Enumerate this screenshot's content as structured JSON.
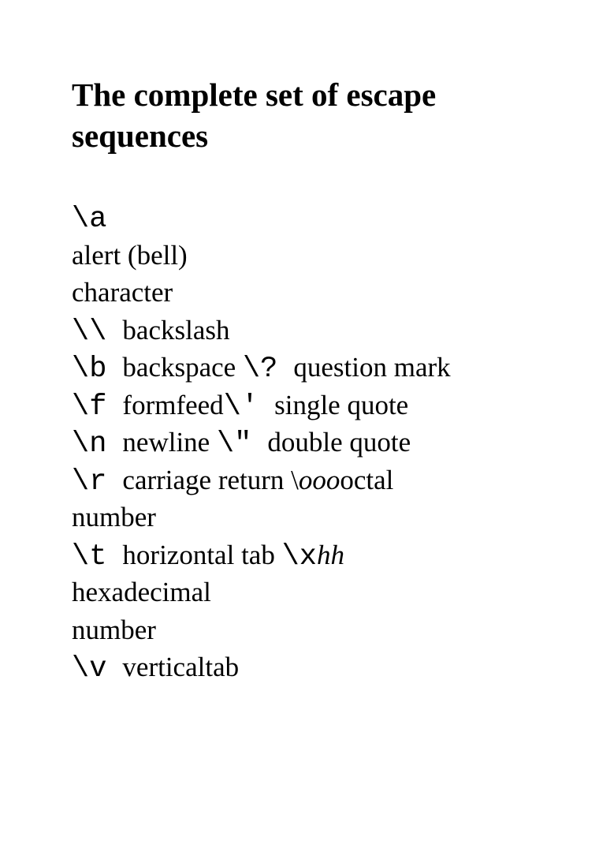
{
  "title": "The complete set of escape sequences",
  "lines": [
    [
      {
        "t": "code",
        "v": "\\a"
      }
    ],
    [
      {
        "t": "text",
        "v": "alert (bell)"
      }
    ],
    [
      {
        "t": "text",
        "v": "character"
      }
    ],
    [
      {
        "t": "code",
        "v": "\\\\"
      },
      {
        "t": "gap"
      },
      {
        "t": "text",
        "v": "backslash"
      }
    ],
    [
      {
        "t": "code",
        "v": "\\b"
      },
      {
        "t": "gap"
      },
      {
        "t": "text",
        "v": "backspace "
      },
      {
        "t": "code",
        "v": "\\?"
      },
      {
        "t": "gap"
      },
      {
        "t": "text",
        "v": "question mark"
      }
    ],
    [
      {
        "t": "code",
        "v": "\\f"
      },
      {
        "t": "gap"
      },
      {
        "t": "text",
        "v": "formfeed"
      },
      {
        "t": "code",
        "v": "\\'"
      },
      {
        "t": "gap"
      },
      {
        "t": "text",
        "v": "single quote"
      }
    ],
    [
      {
        "t": "code",
        "v": "\\n"
      },
      {
        "t": "gap"
      },
      {
        "t": "text",
        "v": "newline "
      },
      {
        "t": "code",
        "v": "\\\""
      },
      {
        "t": "gap"
      },
      {
        "t": "text",
        "v": "double quote"
      }
    ],
    [
      {
        "t": "code",
        "v": "\\r"
      },
      {
        "t": "gap"
      },
      {
        "t": "text",
        "v": "carriage return \\"
      },
      {
        "t": "ital",
        "v": "ooo"
      },
      {
        "t": "text",
        "v": "octal"
      }
    ],
    [
      {
        "t": "text",
        "v": "number"
      }
    ],
    [
      {
        "t": "code",
        "v": "\\t"
      },
      {
        "t": "gap"
      },
      {
        "t": "text",
        "v": "horizontal tab "
      },
      {
        "t": "code",
        "v": "\\x"
      },
      {
        "t": "ital",
        "v": "hh"
      }
    ],
    [
      {
        "t": "text",
        "v": "hexadecimal"
      }
    ],
    [
      {
        "t": "text",
        "v": "number"
      }
    ],
    [
      {
        "t": "code",
        "v": "\\v"
      },
      {
        "t": "gap"
      },
      {
        "t": "text",
        "v": "verticaltab"
      }
    ]
  ]
}
